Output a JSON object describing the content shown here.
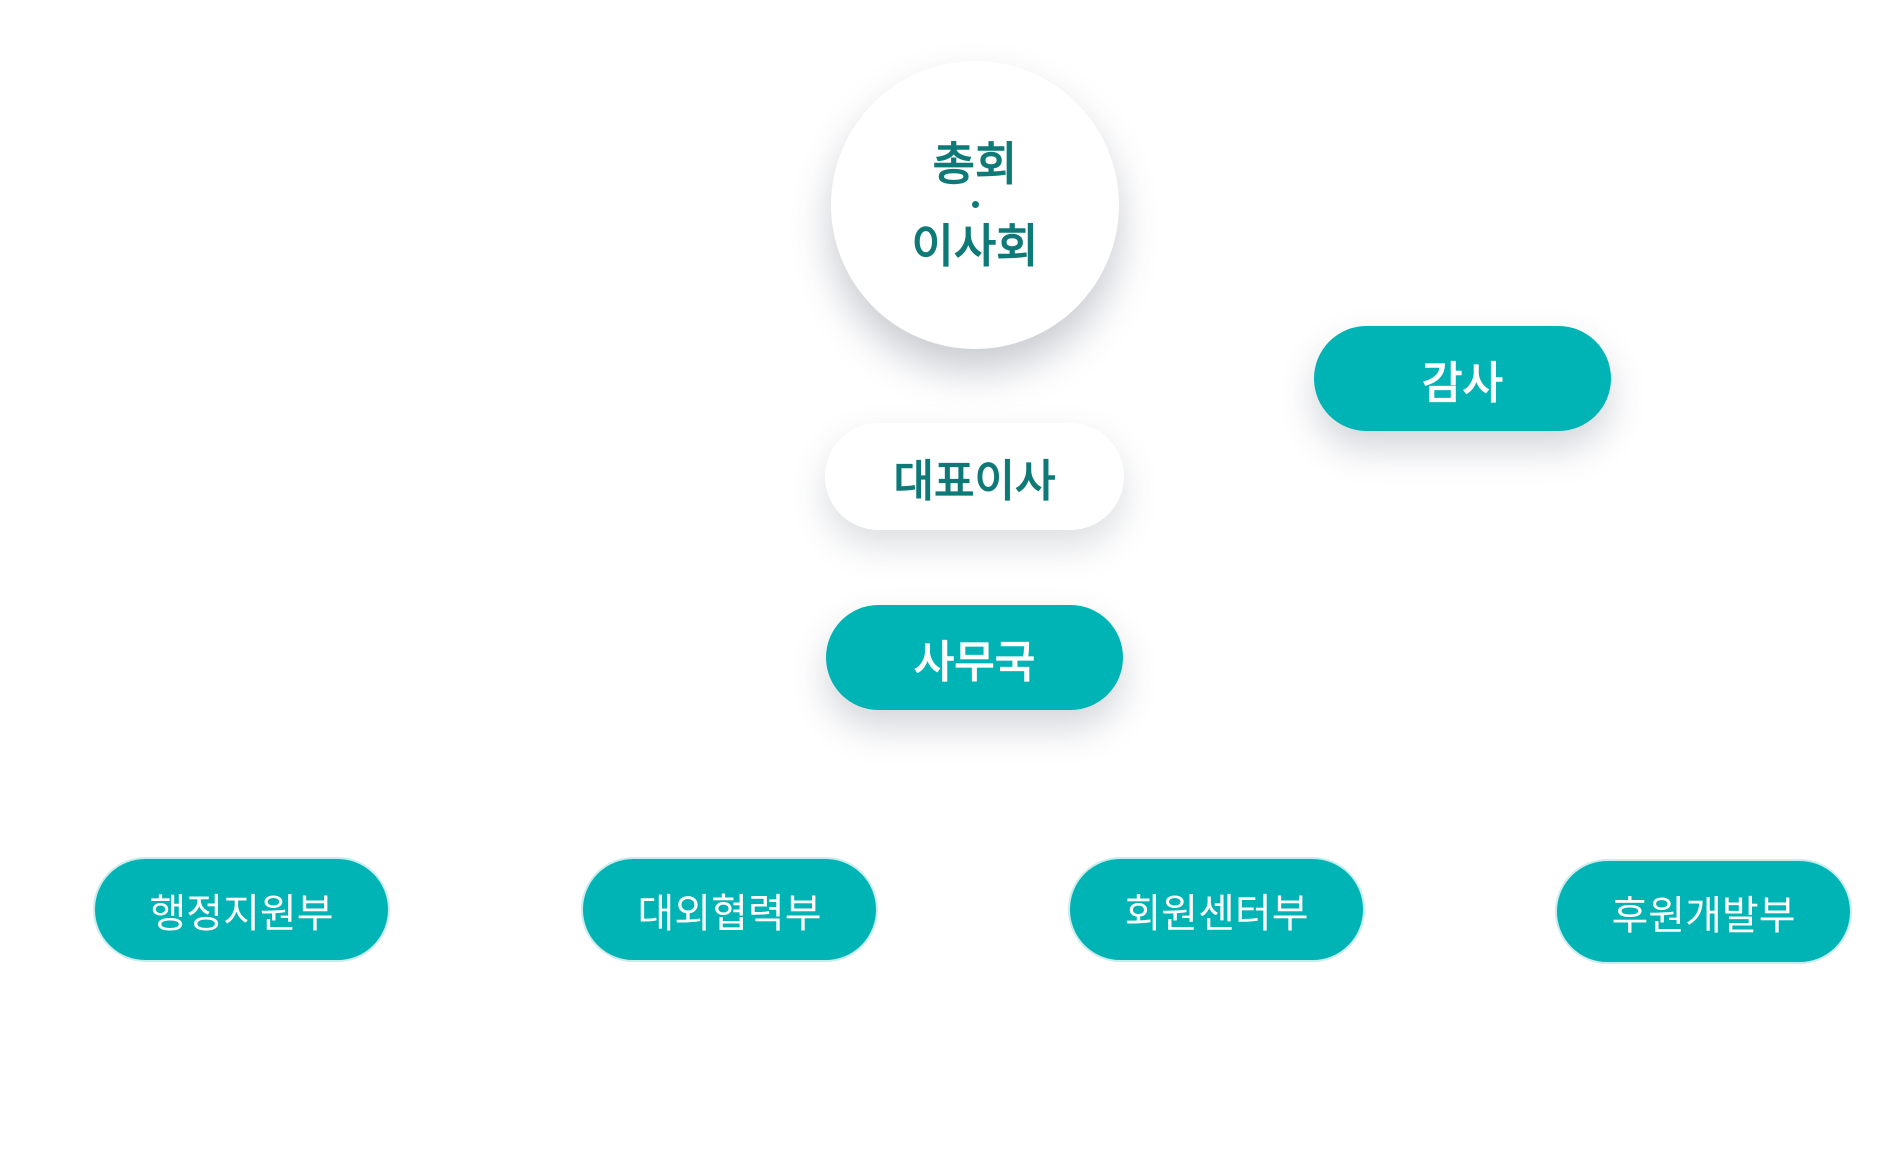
{
  "top": {
    "line1": "총회",
    "line2": "이사회"
  },
  "ceo": "대표이사",
  "audit": "감사",
  "office": "사무국",
  "departments": [
    "행정지원부",
    "대외협력부",
    "회원센터부",
    "후원개발부"
  ],
  "colors": {
    "teal": "#00b3b4",
    "dark_teal_text": "#0e7a78",
    "white": "#ffffff"
  }
}
